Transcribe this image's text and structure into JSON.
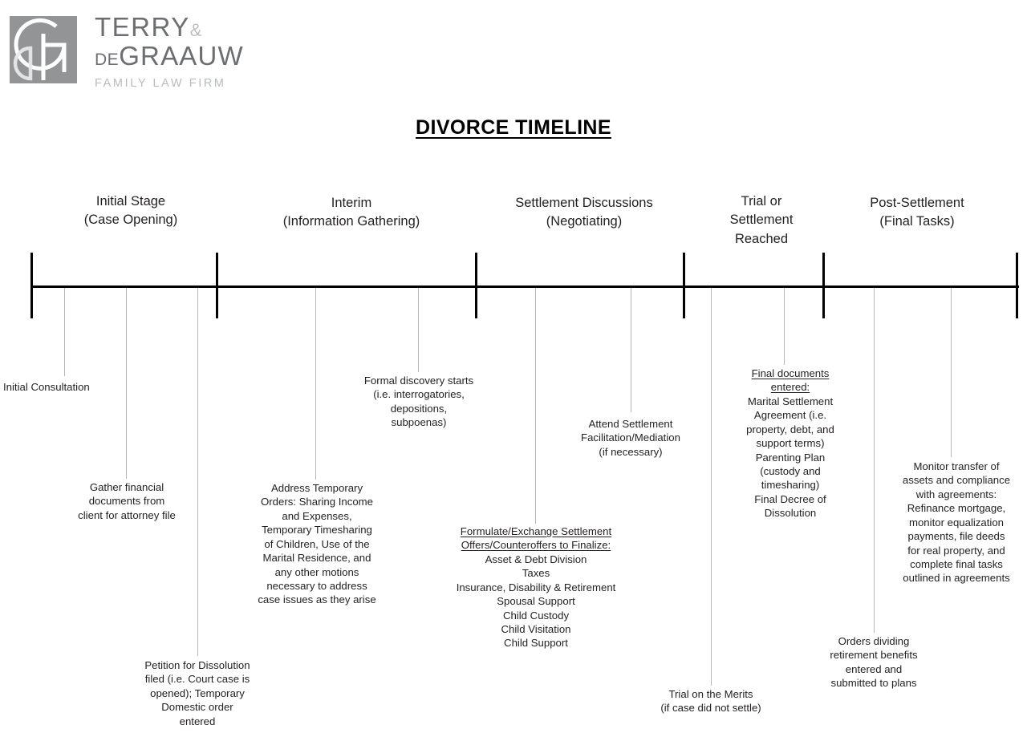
{
  "brand": {
    "name_line1": "TERRY",
    "ampersand": "&",
    "name_line2_prefix": "DE",
    "name_line2": "GRAAUW",
    "tagline": "FAMILY LAW FIRM",
    "logo_icon": "terry-degraauw-monogram",
    "mark_color": "#808285",
    "text_color": "#6d6e71",
    "tagline_color": "#b9bbbd"
  },
  "title": "DIVORCE TIMELINE",
  "timeline": {
    "axis_color": "#000000",
    "connector_color": "#b5b5b5",
    "stages": [
      {
        "id": "initial-stage",
        "line1": "Initial Stage",
        "line2": "(Case Opening)"
      },
      {
        "id": "interim",
        "line1": "Interim",
        "line2": "(Information Gathering)"
      },
      {
        "id": "settlement-discussions",
        "line1": "Settlement Discussions",
        "line2": "(Negotiating)"
      },
      {
        "id": "trial-or-settlement",
        "line1": "Trial or",
        "line2": "Settlement",
        "line3": "Reached"
      },
      {
        "id": "post-settlement",
        "line1": "Post-Settlement",
        "line2": "(Final Tasks)"
      }
    ],
    "events": [
      {
        "id": "initial-consultation",
        "heading": "",
        "lines": [
          "Initial Consultation"
        ]
      },
      {
        "id": "gather-financial-documents",
        "heading": "",
        "lines": [
          "Gather financial",
          "documents from",
          "client for attorney file"
        ]
      },
      {
        "id": "petition-for-dissolution",
        "heading": "",
        "lines": [
          "Petition for Dissolution",
          "filed (i.e. Court case is",
          "opened); Temporary",
          "Domestic order",
          "entered"
        ]
      },
      {
        "id": "address-temporary-orders",
        "heading": "",
        "lines": [
          "Address Temporary",
          "Orders: Sharing Income",
          "and Expenses,",
          "Temporary Timesharing",
          "of Children, Use of the",
          "Marital Residence, and",
          "any other motions",
          "necessary to address",
          "case issues as they arise"
        ]
      },
      {
        "id": "formal-discovery",
        "heading": "",
        "lines": [
          "Formal discovery starts",
          "(i.e. interrogatories,",
          "depositions,",
          "subpoenas)"
        ]
      },
      {
        "id": "formulate-exchange-settlement-offers",
        "heading": [
          "Formulate/Exchange Settlement",
          "Offers/Counteroffers to Finalize:"
        ],
        "lines": [
          "Asset & Debt Division",
          "Taxes",
          "Insurance, Disability & Retirement",
          "Spousal Support",
          "Child Custody",
          "Child Visitation",
          "Child Support"
        ]
      },
      {
        "id": "attend-settlement-mediation",
        "heading": "",
        "lines": [
          "Attend Settlement",
          "Facilitation/Mediation",
          "(if necessary)"
        ]
      },
      {
        "id": "trial-on-the-merits",
        "heading": "",
        "lines": [
          "Trial on the Merits",
          "(if case did not settle)"
        ]
      },
      {
        "id": "final-documents-entered",
        "heading": [
          "Final documents",
          "entered:"
        ],
        "lines": [
          "Marital Settlement",
          "Agreement (i.e.",
          "property, debt, and",
          "support terms)",
          "Parenting Plan",
          "(custody and",
          "timesharing)",
          "Final Decree of",
          "Dissolution"
        ]
      },
      {
        "id": "orders-dividing-retirement",
        "heading": "",
        "lines": [
          "Orders dividing",
          "retirement benefits",
          "entered and",
          "submitted to plans"
        ]
      },
      {
        "id": "monitor-transfer-of-assets",
        "heading": "",
        "lines": [
          "Monitor transfer of",
          "assets and compliance",
          "with agreements:",
          "Refinance mortgage,",
          "monitor equalization",
          "payments, file deeds",
          "for real property, and",
          "complete final tasks",
          "outlined in agreements"
        ]
      }
    ]
  }
}
